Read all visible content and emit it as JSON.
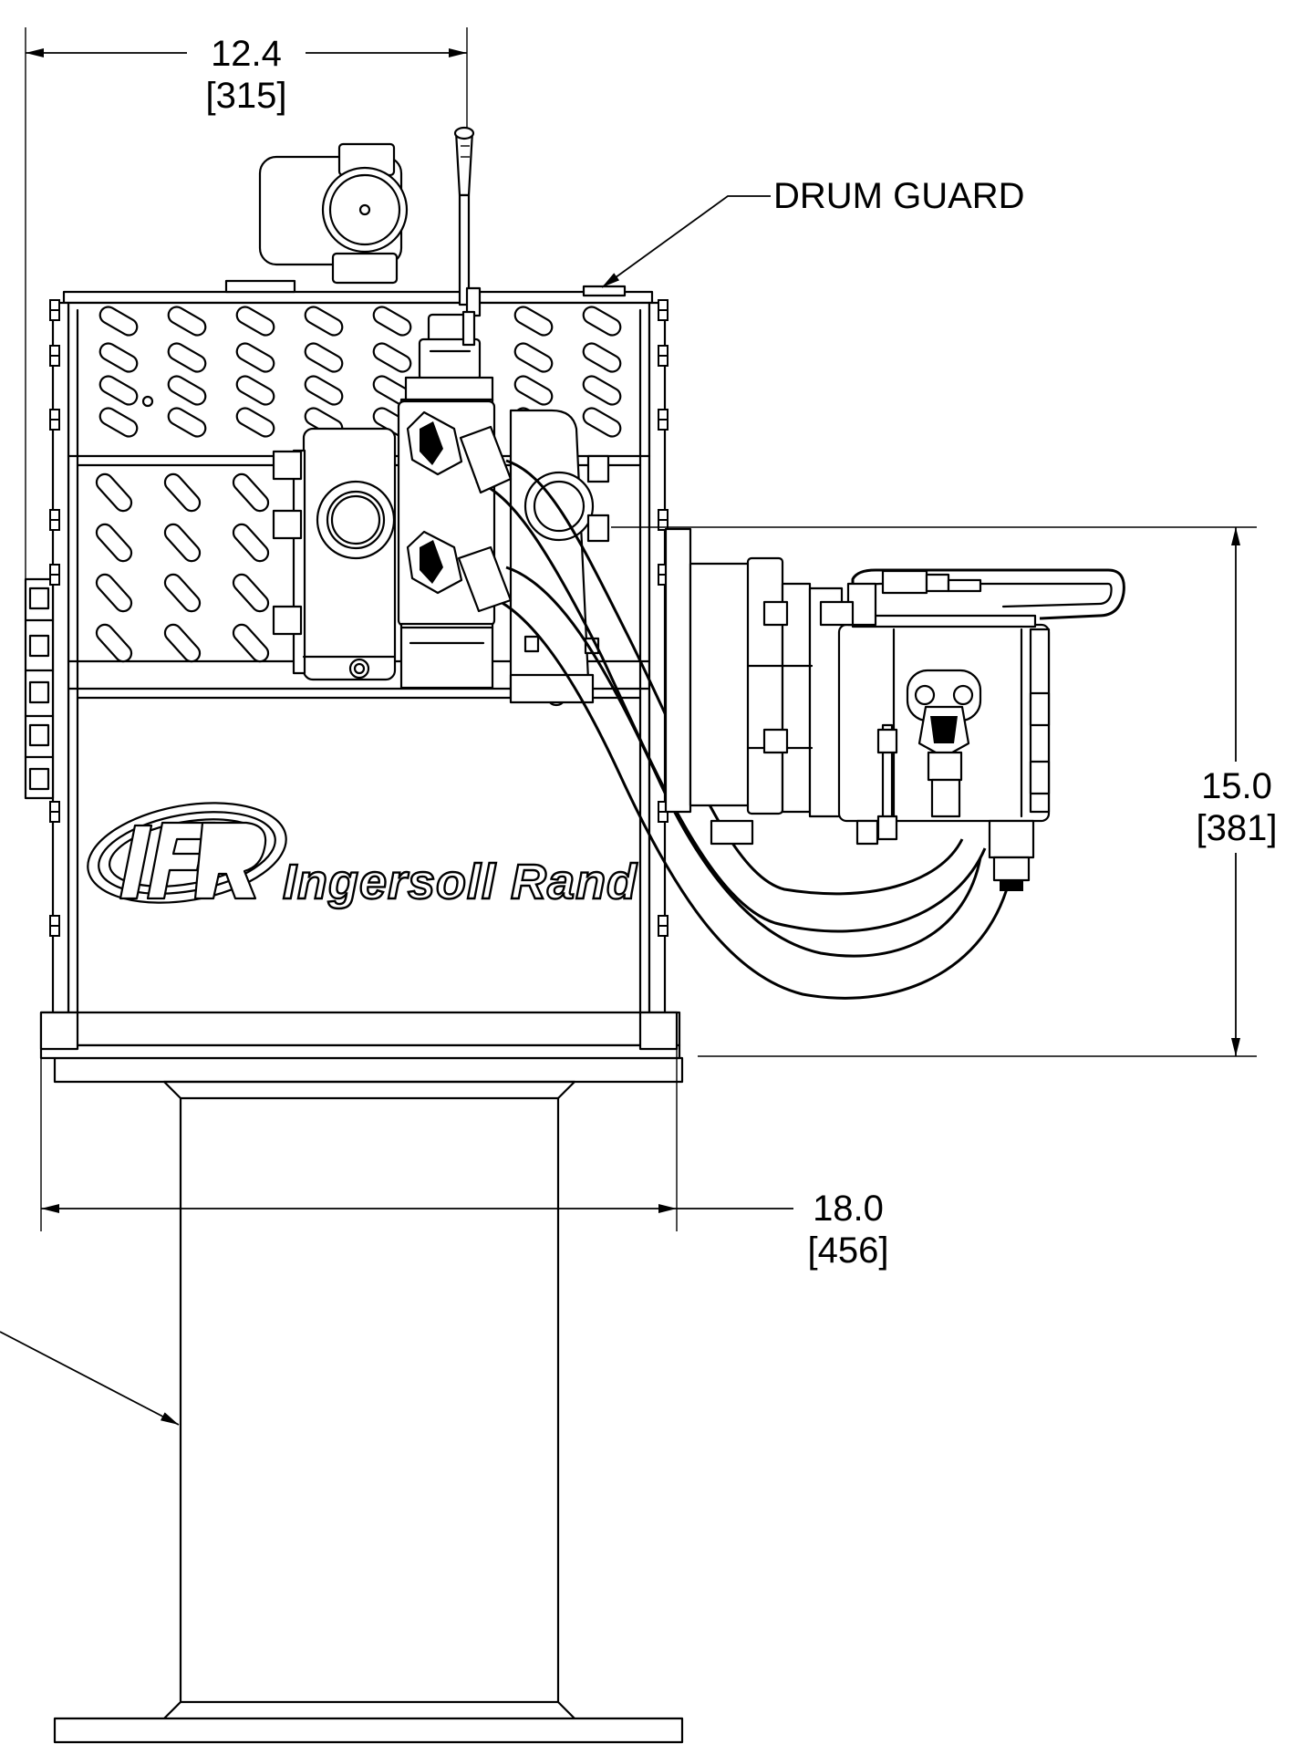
{
  "dimensions": {
    "top_width": {
      "value": "12.4",
      "metric": "[315]"
    },
    "height": {
      "value": "15.0",
      "metric": "[381]"
    },
    "base_width": {
      "value": "18.0",
      "metric": "[456]"
    }
  },
  "callouts": {
    "drum_guard": "DRUM GUARD"
  },
  "brand": {
    "name": "Ingersoll Rand",
    "logo_letters": "IR"
  }
}
